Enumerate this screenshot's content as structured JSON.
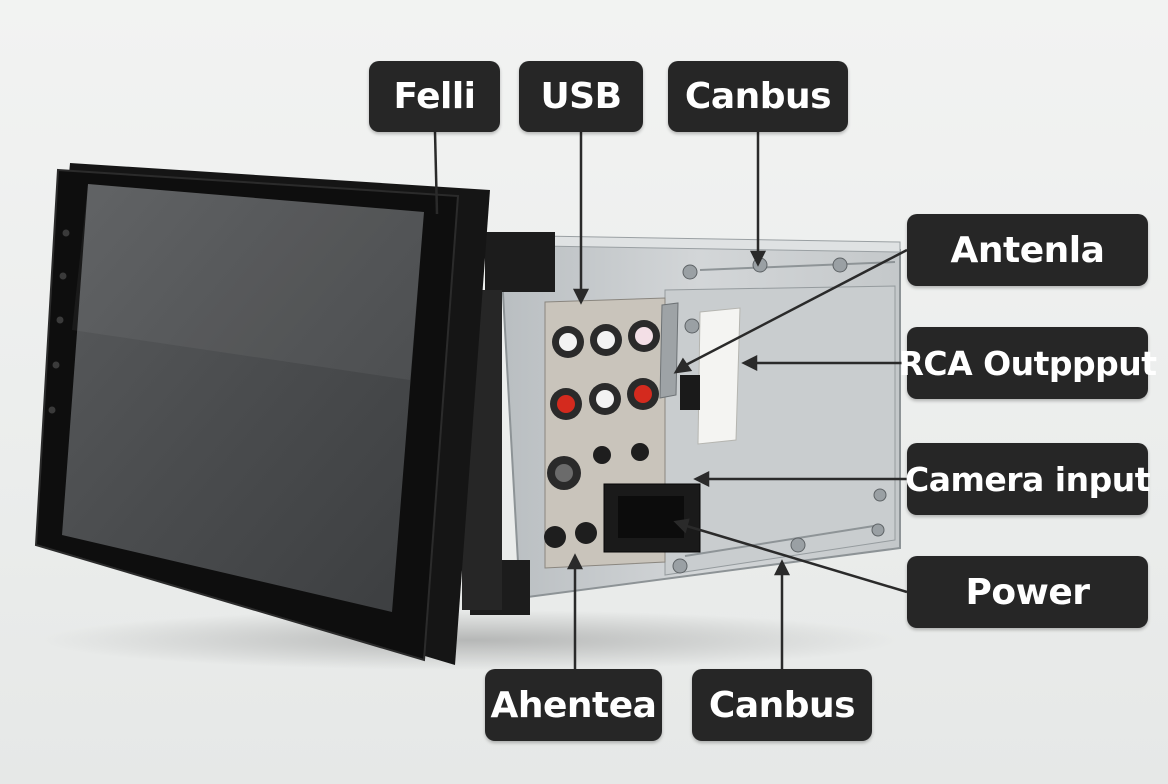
{
  "labels": {
    "felli": "Felli",
    "usb": "USB",
    "canbus_top": "Canbus",
    "antenna": "Antenla",
    "rca_output": "RCA Outppput",
    "camera_input": "Camera input",
    "power": "Power",
    "ahentea": "Ahentea",
    "canbus_bottom": "Canbus"
  },
  "colors": {
    "callout_bg": "#262626",
    "callout_text": "#ffffff",
    "leader_line": "#2a2a2a",
    "chassis": "#c7cbcd",
    "screen_bezel": "#111111"
  }
}
